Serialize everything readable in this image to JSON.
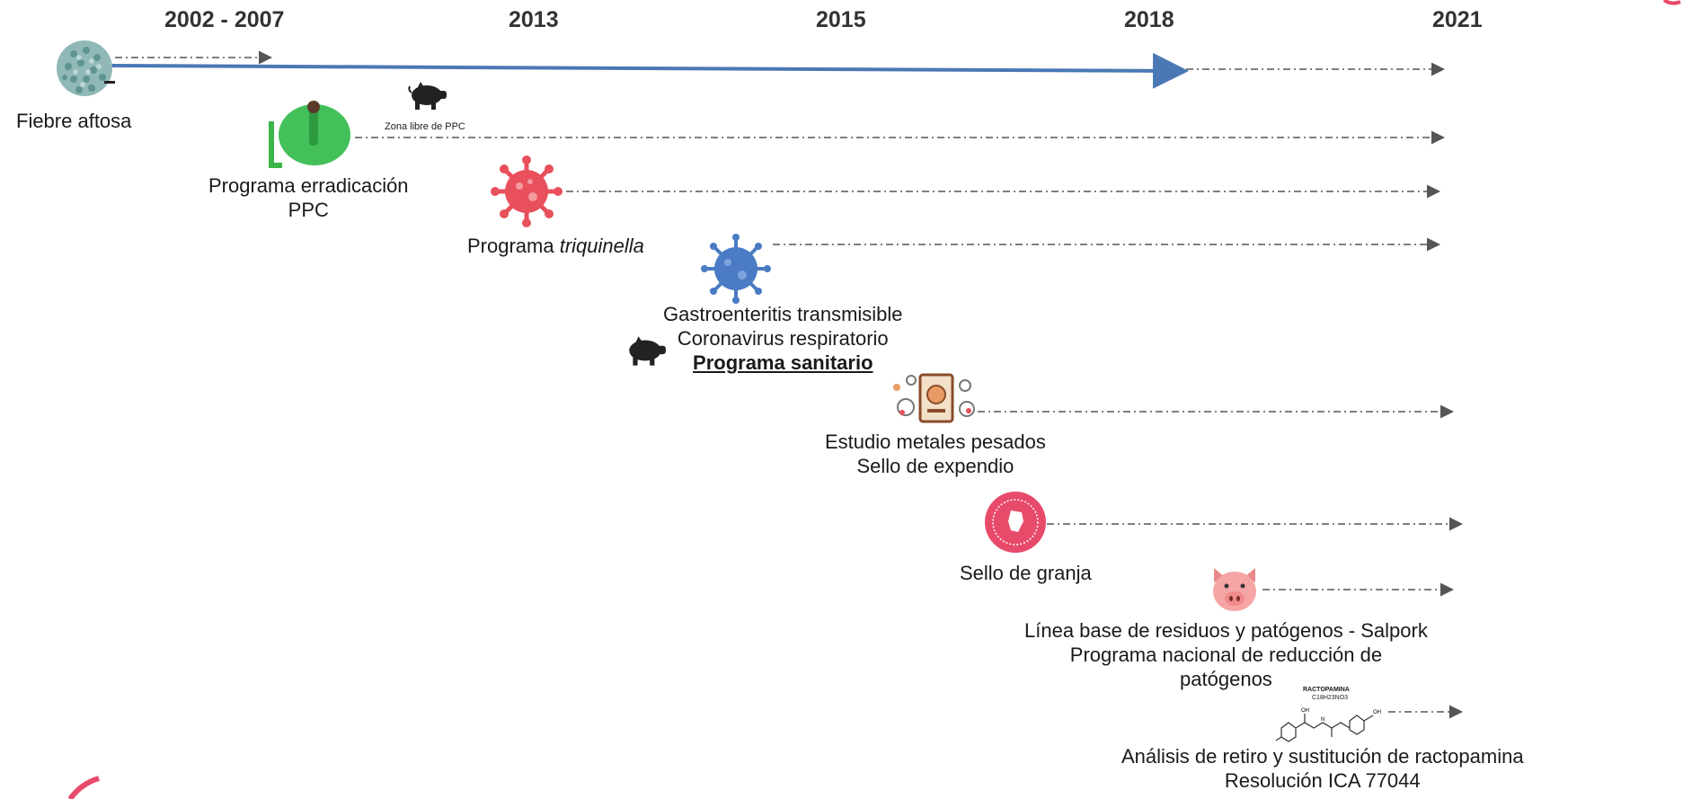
{
  "years": [
    "2002 - 2007",
    "2013",
    "2015",
    "2018",
    "2021"
  ],
  "events": {
    "fiebre": "Fiebre aftosa",
    "ppc_zone": "Zona libre de PPC",
    "ppc_line1": "Programa erradicación",
    "ppc_line2": "PPC",
    "triq_prefix": "Programa ",
    "triq_italic": "triquinella",
    "gastro_line1": "Gastroenteritis transmisible",
    "gastro_line2": "Coronavirus respiratorio",
    "gastro_line3": "Programa sanitario",
    "metales_line1": "Estudio metales pesados",
    "metales_line2": "Sello de expendio",
    "granja": "Sello de granja",
    "linea_line1": "Línea base de residuos y patógenos - Salpork",
    "linea_line2": "Programa nacional de reducción de",
    "linea_line3": "patógenos",
    "ract_title": "RACTOPAMINA",
    "ract_formula": "C18H23NO3",
    "ract_line1": "Análisis de retiro y sustitución de ractopamina",
    "ract_line2": "Resolución ICA 77044"
  },
  "colors": {
    "main_arrow": "#4a78b5",
    "dash_arrow": "#555555",
    "virus_green": "#7aa6a6",
    "virus_red": "#e8505b",
    "virus_blue": "#4a7bc4",
    "seal_pink": "#e84a6a",
    "pig_face": "#f6a5a5",
    "ppc_green": "#3cb54a"
  },
  "icons": [
    "virus-icon",
    "pig-icon",
    "green-device-icon",
    "red-virus-icon",
    "blue-virus-icon",
    "certificate-icon",
    "seal-icon",
    "pig-face-icon",
    "molecule-icon"
  ]
}
